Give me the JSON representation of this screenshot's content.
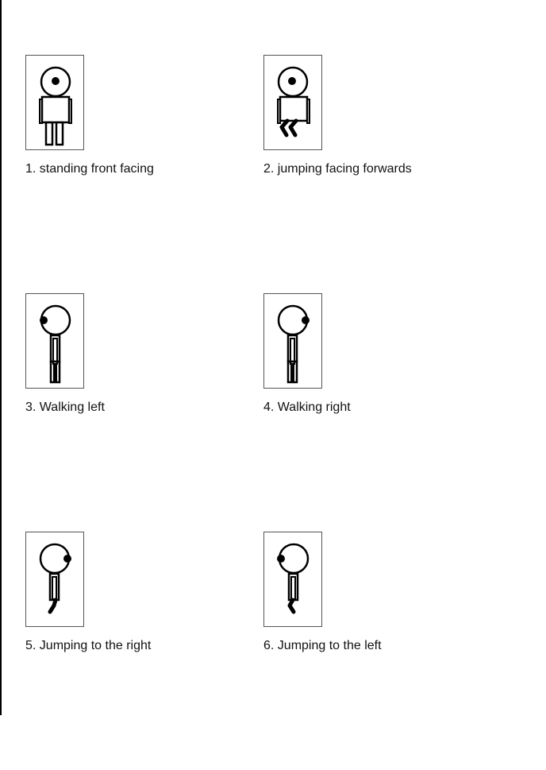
{
  "sprites": [
    {
      "caption": "1. standing front facing",
      "figure": "stick-figure-standing-front-icon"
    },
    {
      "caption": "2. jumping facing forwards",
      "figure": "stick-figure-jumping-forward-icon"
    },
    {
      "caption": "3. Walking left",
      "figure": "stick-figure-walking-left-icon"
    },
    {
      "caption": "4. Walking right",
      "figure": "stick-figure-walking-right-icon"
    },
    {
      "caption": "5. Jumping to the right",
      "figure": "stick-figure-jumping-right-icon"
    },
    {
      "caption": "6. Jumping to the left",
      "figure": "stick-figure-jumping-left-icon"
    }
  ]
}
